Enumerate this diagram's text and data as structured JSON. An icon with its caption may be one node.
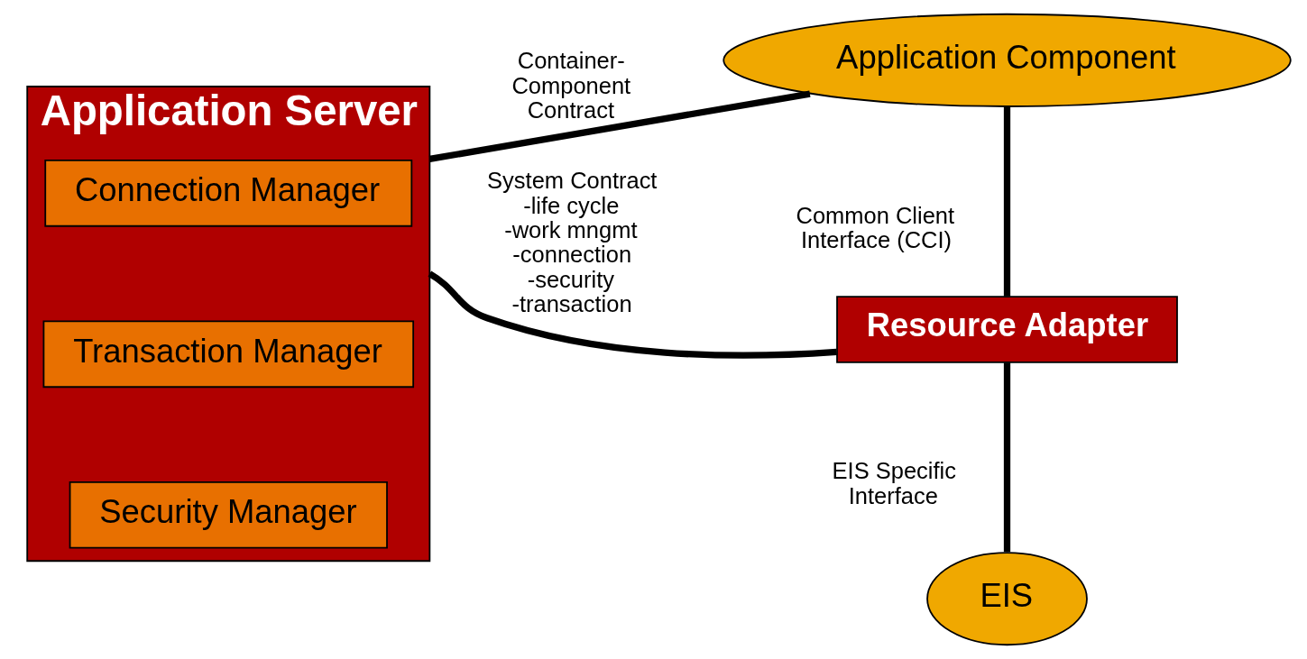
{
  "diagram": {
    "nodes": [
      {
        "text": [
          "Application Server"
        ]
      },
      {
        "text": [
          "Connection Manager"
        ],
        "in": 0
      },
      {
        "text": [
          "Transaction Manager"
        ],
        "in": 0
      },
      {
        "text": [
          "Security Manager"
        ],
        "in": 0
      },
      {
        "text": [
          "Application Component"
        ]
      },
      {
        "text": [
          "Resource Adapter"
        ]
      },
      {
        "text": [
          "EIS"
        ]
      }
    ],
    "edges": [
      {
        "from": 0,
        "to": 4,
        "arrow": "none",
        "label": "Container- Component Contract"
      },
      {
        "from": 0,
        "to": 5,
        "arrow": "none",
        "label": "System Contract -life cycle -work mngmt -connection -security -transaction"
      },
      {
        "from": 4,
        "to": 5,
        "arrow": "none",
        "label": "Common Client Interface (CCI)"
      },
      {
        "from": 5,
        "to": 6,
        "arrow": "none",
        "label": "EIS Specific Interface"
      }
    ]
  }
}
